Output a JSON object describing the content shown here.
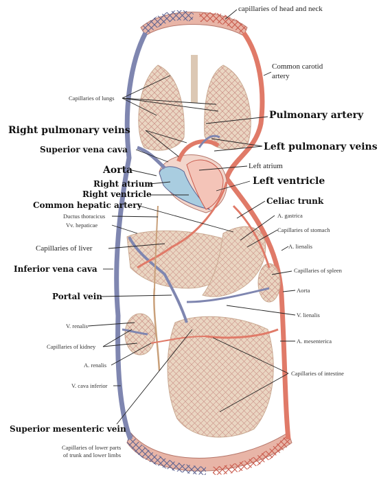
{
  "labels": {
    "cap_head_neck": "capillaries of head and neck",
    "common_carotid": "Common carotid",
    "artery": "artery",
    "cap_lungs": "Capillaries of lungs",
    "pulmonary_artery": "Pulmonary artery",
    "right_pulm_veins": "Right pulmonary veins",
    "left_pulm_veins": "Left pulmonary veins",
    "sup_vena_cava": "Superior vena cava",
    "aorta_main": "Aorta",
    "left_atrium": "Left atrium",
    "left_ventricle": "Left ventricle",
    "right_atrium": "Right atrium",
    "right_ventricle": "Right ventricle",
    "common_hepatic": "Common hepatic artery",
    "celiac_trunk": "Celiac trunk",
    "ductus_thoracicus": "Ductus thoracicus",
    "vv_hepaticae": "Vv. hepaticae",
    "a_gastrica": "A. gastrica",
    "cap_stomach": "Capillaries of stomach",
    "cap_liver": "Capillaries of liver",
    "a_lienalis": "A. lienalis",
    "inf_vena_cava": "Inferior vena cava",
    "cap_spleen": "Capillaries of spleen",
    "aorta_small": "Aorta",
    "portal_vein": "Portal vein",
    "v_lienalis": "V. lienalis",
    "v_renalis": "V. renalis",
    "cap_kidney": "Capillaries of kidney",
    "a_mesenterica": "A. mesenterica",
    "a_renalis": "A. renalis",
    "cap_intestine": "Capillaries of intestine",
    "v_cava_inferior": "V. cava inferior",
    "sup_mesenteric_vein": "Superior mesenteric vein",
    "cap_lower_1": "Capillaries of lower parts",
    "cap_lower_2": "of trunk and lower limbs"
  },
  "colors": {
    "artery": "#e07a68",
    "artery_dark": "#c8584a",
    "vein": "#7f86b0",
    "vein_dark": "#5c6290",
    "tissue": "#ead6c2",
    "tissue_edge": "#c9ab92",
    "heart_blue": "#a9cde0",
    "leader": "#222222"
  }
}
